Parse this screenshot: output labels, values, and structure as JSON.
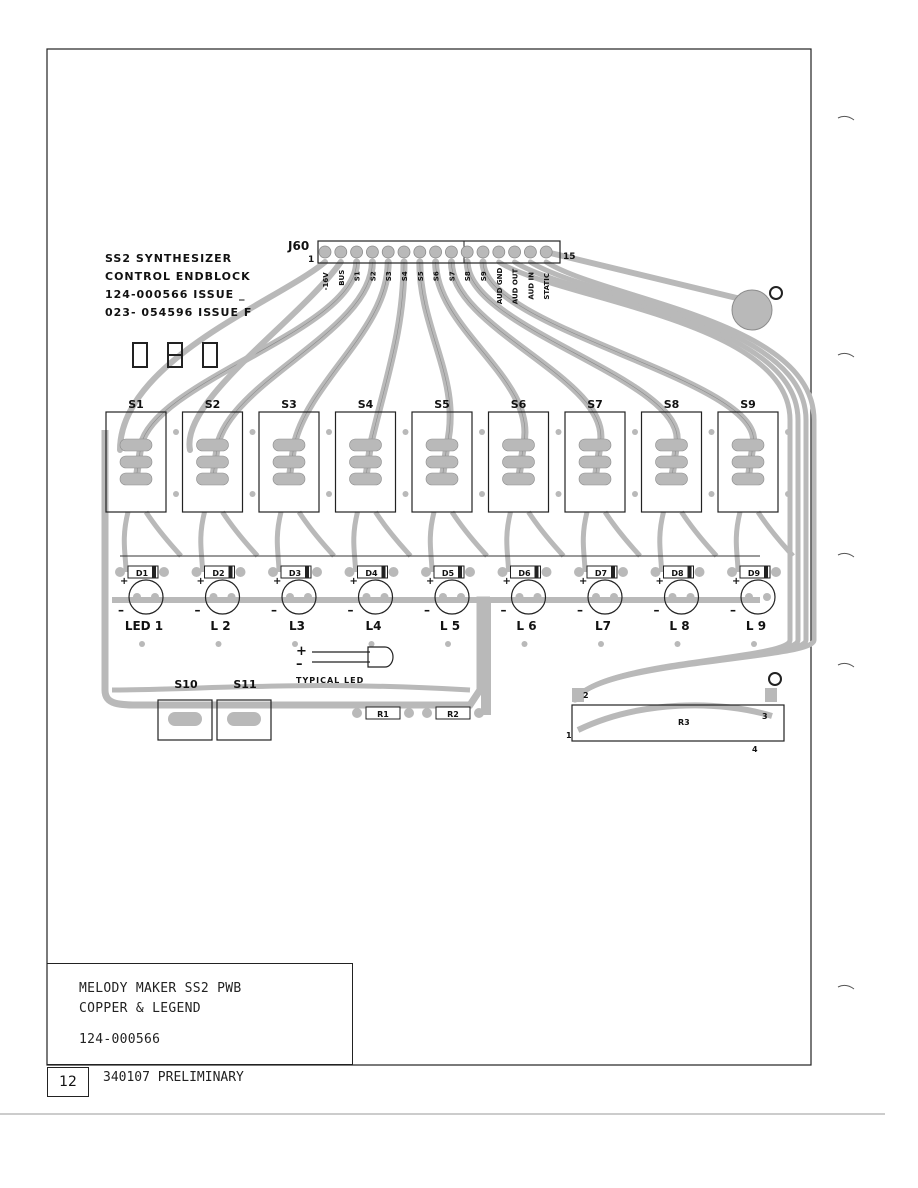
{
  "board_legend": {
    "line1": "SS2 SYNTHESIZER",
    "line2": "CONTROL ENDBLOCK",
    "line3": "124-000566 ISSUE _",
    "line4": "023- 054596 ISSUE F"
  },
  "connector": {
    "name": "J60",
    "pin_first": "1",
    "pin_last": "15",
    "pin_labels": [
      "-16V",
      "BUS",
      "S1",
      "S2",
      "S3",
      "S4",
      "S5",
      "S6",
      "S7",
      "S8",
      "S9",
      "AUD GND",
      "AUD OUT",
      "AUD IN",
      "STATIC"
    ]
  },
  "switches": [
    "S1",
    "S2",
    "S3",
    "S4",
    "S5",
    "S6",
    "S7",
    "S8",
    "S9"
  ],
  "diodes": [
    "D1",
    "D2",
    "D3",
    "D4",
    "D5",
    "D6",
    "D7",
    "D8",
    "D9"
  ],
  "leds": [
    "LED 1",
    "L 2",
    "L3",
    "L4",
    "L 5",
    "L 6",
    "L7",
    "L 8",
    "L 9"
  ],
  "typical_led": "TYPICAL LED",
  "bottom_switches": [
    "S10",
    "S11"
  ],
  "resistors": [
    "R1",
    "R2",
    "R3"
  ],
  "r3_pins": [
    "1",
    "2",
    "3",
    "4"
  ],
  "title_block": {
    "line1": "MELODY MAKER SS2 PWB",
    "line2": "COPPER & LEGEND",
    "line3": "124-000566"
  },
  "footer": {
    "page_number": "12",
    "text": "340107 PRELIMINARY"
  }
}
